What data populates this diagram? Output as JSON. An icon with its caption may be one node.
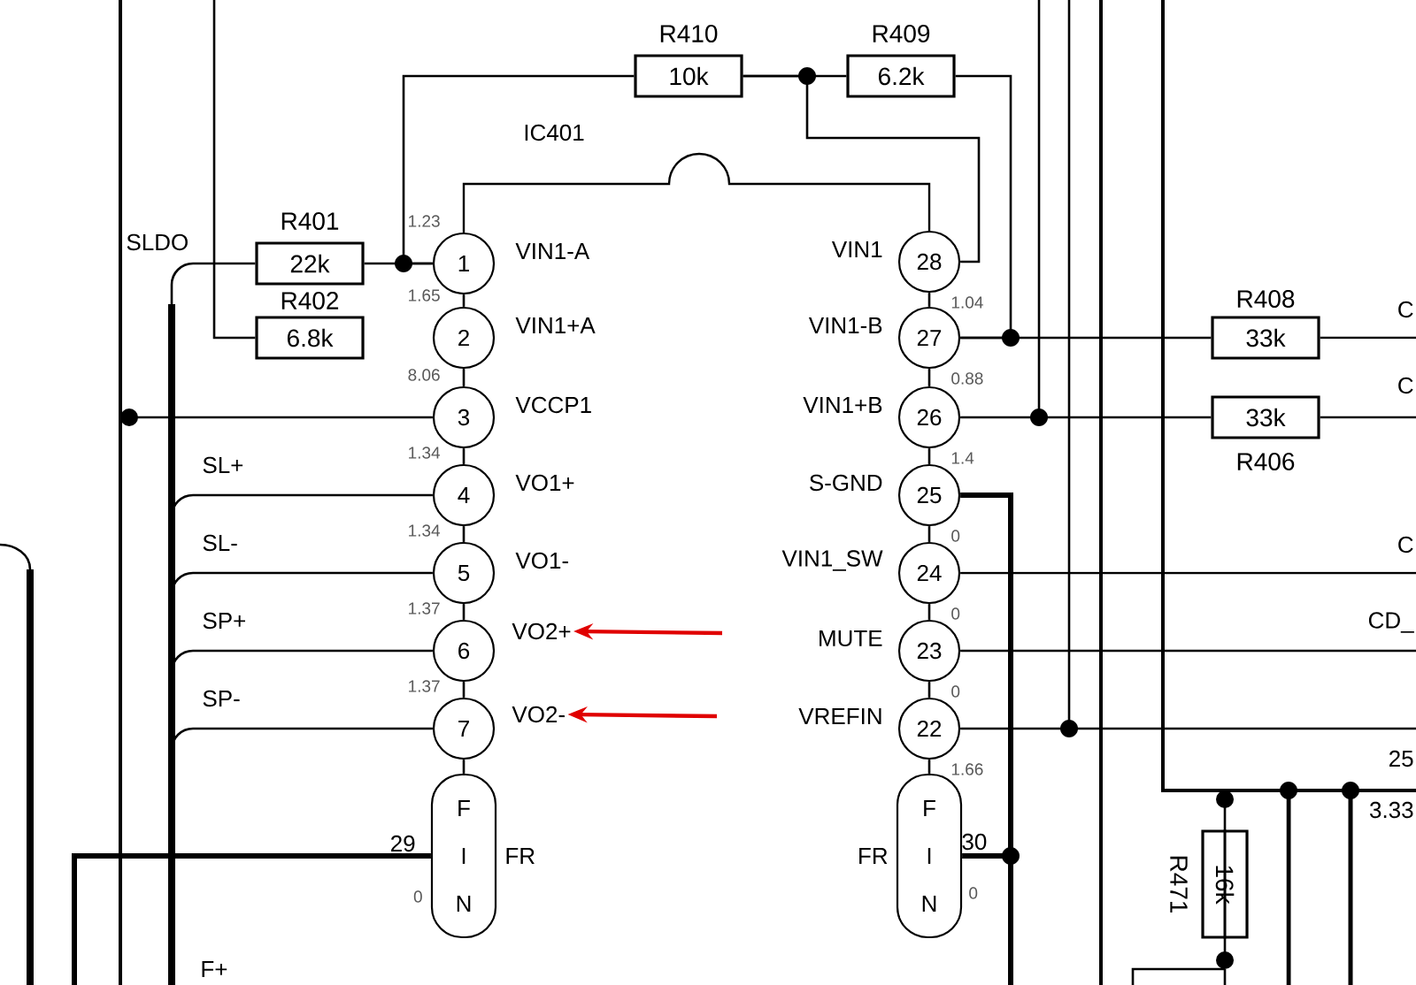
{
  "diagram": {
    "nodes": [
      {
        "text": [
          "10k"
        ],
        "beside": [
          "R410"
        ]
      },
      {
        "text": [
          "6.2k"
        ],
        "beside": [
          "R409"
        ]
      },
      {
        "text": [
          "22k"
        ],
        "beside": [
          "R401"
        ]
      },
      {
        "text": [
          "6.8k"
        ],
        "beside": [
          "R402"
        ]
      },
      {
        "text": [
          "1"
        ],
        "beside": [
          "VIN1-A",
          "1.23"
        ]
      },
      {
        "text": [
          "28"
        ],
        "beside": [
          "VIN1",
          "1.04"
        ]
      },
      {
        "text": [
          "2"
        ],
        "beside": [
          "VIN1+A",
          "1.65"
        ]
      },
      {
        "text": [
          "27"
        ],
        "beside": [
          "VIN1-B",
          "0.88"
        ]
      },
      {
        "text": [
          "33k"
        ],
        "beside": [
          "R408"
        ]
      },
      {
        "text": [
          "3"
        ],
        "beside": [
          "VCCP1",
          "8.06"
        ]
      },
      {
        "text": [
          "26"
        ],
        "beside": [
          "VIN1+B",
          "1.4"
        ]
      },
      {
        "text": [
          "33k"
        ],
        "beside": [
          "R406"
        ]
      },
      {
        "text": [
          "4"
        ],
        "beside": [
          "VO1+",
          "1.34"
        ]
      },
      {
        "text": [
          "25"
        ],
        "beside": [
          "S-GND",
          "0"
        ]
      },
      {
        "text": [
          "5"
        ],
        "beside": [
          "VO1-",
          "1.34"
        ]
      },
      {
        "text": [
          "24"
        ],
        "beside": [
          "VIN1_SW",
          "0"
        ]
      },
      {
        "text": [
          "6"
        ],
        "beside": [
          "1.37"
        ]
      },
      {
        "text": [
          "VO2+"
        ]
      },
      {
        "text": [
          "23"
        ],
        "beside": [
          "MUTE",
          "0"
        ]
      },
      {
        "text": [
          "7"
        ],
        "beside": [
          "1.37"
        ]
      },
      {
        "text": [
          "VO2-"
        ]
      },
      {
        "text": [
          "22"
        ],
        "beside": [
          "VREFIN",
          "1.66"
        ]
      },
      {
        "text": [
          "F I N"
        ],
        "beside": [
          "29",
          "0",
          "FR"
        ]
      },
      {
        "text": [
          "F I N"
        ],
        "beside": [
          "FR",
          "30",
          "0"
        ]
      },
      {
        "text": [
          "16k"
        ],
        "beside": [
          "R471"
        ]
      }
    ],
    "edges": [
      {
        "from": 2,
        "to": 4,
        "arrow": "none"
      },
      {
        "from": 0,
        "to": 4,
        "arrow": "none"
      },
      {
        "from": 0,
        "to": 1,
        "arrow": "none"
      },
      {
        "from": 0,
        "to": 5,
        "arrow": "none"
      },
      {
        "from": 1,
        "to": 7,
        "arrow": "none"
      },
      {
        "from": 7,
        "to": 8,
        "arrow": "none"
      },
      {
        "from": 10,
        "to": 11,
        "arrow": "none"
      },
      {
        "from": null,
        "to": 17,
        "arrow": "to",
        "color": "#e00000"
      },
      {
        "from": null,
        "to": 20,
        "arrow": "to",
        "color": "#e00000"
      },
      {
        "from": 4,
        "to": 6,
        "arrow": "none"
      },
      {
        "from": 6,
        "to": 9,
        "arrow": "none"
      },
      {
        "from": 9,
        "to": 12,
        "arrow": "none"
      },
      {
        "from": 12,
        "to": 14,
        "arrow": "none"
      },
      {
        "from": 14,
        "to": 16,
        "arrow": "none"
      },
      {
        "from": 16,
        "to": 19,
        "arrow": "none"
      },
      {
        "from": 19,
        "to": 22,
        "arrow": "none"
      },
      {
        "from": 5,
        "to": 7,
        "arrow": "none"
      },
      {
        "from": 7,
        "to": 10,
        "arrow": "none"
      },
      {
        "from": 10,
        "to": 13,
        "arrow": "none"
      },
      {
        "from": 13,
        "to": 15,
        "arrow": "none"
      },
      {
        "from": 15,
        "to": 18,
        "arrow": "none"
      },
      {
        "from": 18,
        "to": 21,
        "arrow": "none"
      },
      {
        "from": 21,
        "to": 23,
        "arrow": "none"
      },
      {
        "from": 13,
        "to": 23,
        "arrow": "none",
        "style": "thick"
      },
      {
        "from": 2,
        "to": null,
        "arrow": "none"
      },
      {
        "from": 3,
        "to": null,
        "arrow": "none"
      },
      {
        "from": 9,
        "to": null,
        "arrow": "other"
      },
      {
        "from": 12,
        "to": null,
        "arrow": "none"
      },
      {
        "from": 14,
        "to": null,
        "arrow": "none"
      },
      {
        "from": 16,
        "to": null,
        "arrow": "none"
      },
      {
        "from": 19,
        "to": null,
        "arrow": "none"
      },
      {
        "from": 8,
        "to": null,
        "arrow": "none"
      },
      {
        "from": 11,
        "to": null,
        "arrow": "none"
      },
      {
        "from": 15,
        "to": null,
        "arrow": "none"
      },
      {
        "from": 18,
        "to": null,
        "arrow": "none"
      },
      {
        "from": 21,
        "to": null,
        "arrow": "none"
      },
      {
        "from": 22,
        "to": null,
        "arrow": "none",
        "style": "thick"
      },
      {
        "from": 24,
        "to": null,
        "arrow": "other"
      },
      {
        "from": 24,
        "to": null,
        "arrow": "other"
      }
    ],
    "labels": [
      "IC401",
      "SLDO",
      "C",
      "C",
      "SL+",
      "C",
      "SL-",
      "SP+",
      "CD_",
      "SP-",
      "25",
      "3.33",
      "F+"
    ]
  }
}
